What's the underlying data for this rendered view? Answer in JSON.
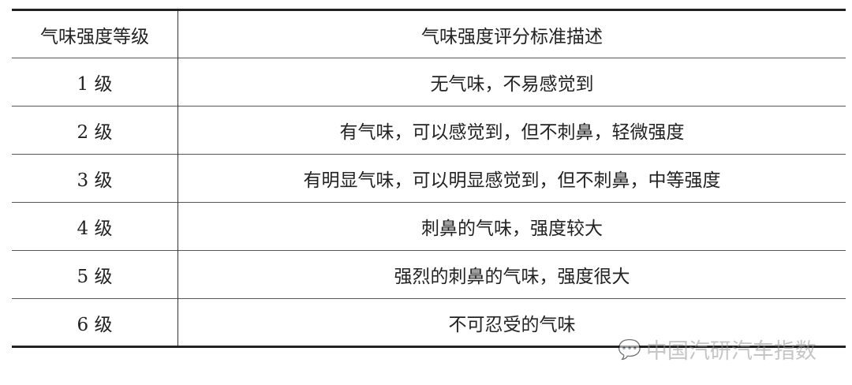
{
  "table": {
    "headers": [
      "气味强度等级",
      "气味强度评分标准描述"
    ],
    "rows": [
      [
        "1 级",
        "无气味，不易感觉到"
      ],
      [
        "2 级",
        "有气味，可以感觉到，但不刺鼻，轻微强度"
      ],
      [
        "3 级",
        "有明显气味，可以明显感觉到，但不刺鼻，中等强度"
      ],
      [
        "4 级",
        "刺鼻的气味，强度较大"
      ],
      [
        "5 级",
        "强烈的刺鼻的气味，强度很大"
      ],
      [
        "6 级",
        "不可忍受的气味"
      ]
    ]
  },
  "watermark": {
    "icon": "wechat-icon",
    "text": "中国汽研汽车指数"
  }
}
